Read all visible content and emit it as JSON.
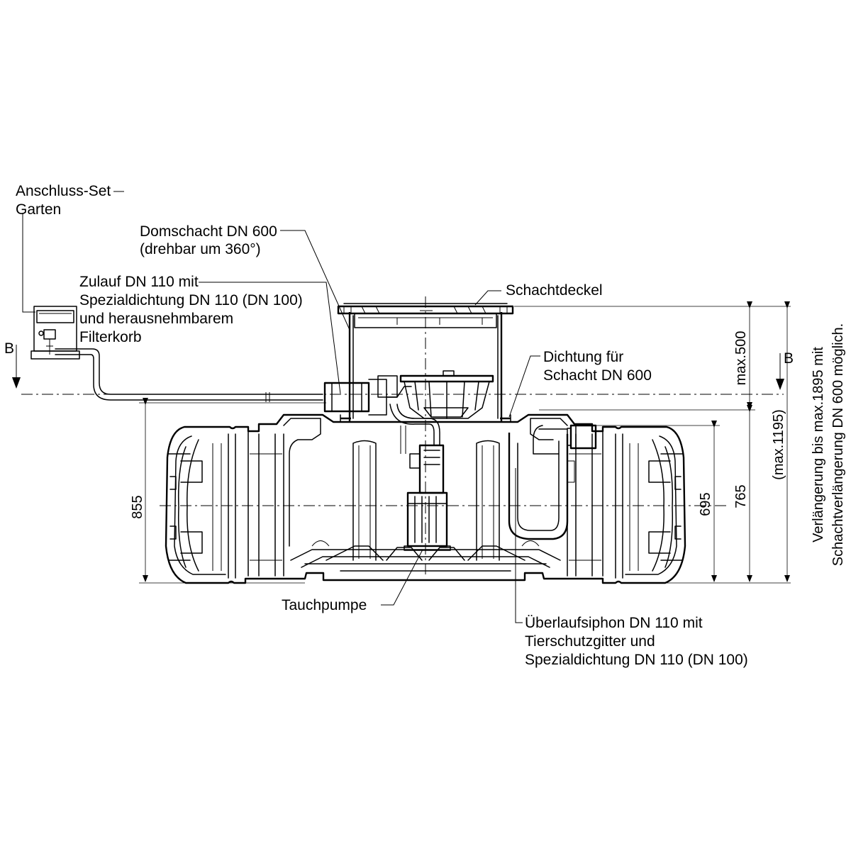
{
  "labels": {
    "anschluss_set_line1": "Anschluss-Set",
    "anschluss_set_line2": "Garten",
    "domschacht_line1": "Domschacht DN 600",
    "domschacht_line2": "(drehbar um 360°)",
    "zulauf_line1": "Zulauf DN 110 mit",
    "zulauf_line2": "Spezialdichtung DN 110 (DN 100)",
    "zulauf_line3": "und herausnehmbarem",
    "zulauf_line4": "Filterkorb",
    "schachtdeckel": "Schachtdeckel",
    "dichtung_line1": "Dichtung für",
    "dichtung_line2": "Schacht DN 600",
    "tauchpumpe": "Tauchpumpe",
    "ueberlauf_line1": "Überlaufsiphon DN 110 mit",
    "ueberlauf_line2": "Tierschutzgitter und",
    "ueberlauf_line3": "Spezialdichtung DN 110 (DN 100)"
  },
  "section_marks": {
    "left": "B",
    "right": "B"
  },
  "dimensions": {
    "height_total": "855",
    "overflow_height": "695",
    "inlet_height": "765",
    "shaft_max": "max.500",
    "total_max": "(max.1195)"
  },
  "note": {
    "line1": "Verlängerung bis max.1895 mit",
    "line2": "Schachtverlängerung DN 600 möglich."
  }
}
